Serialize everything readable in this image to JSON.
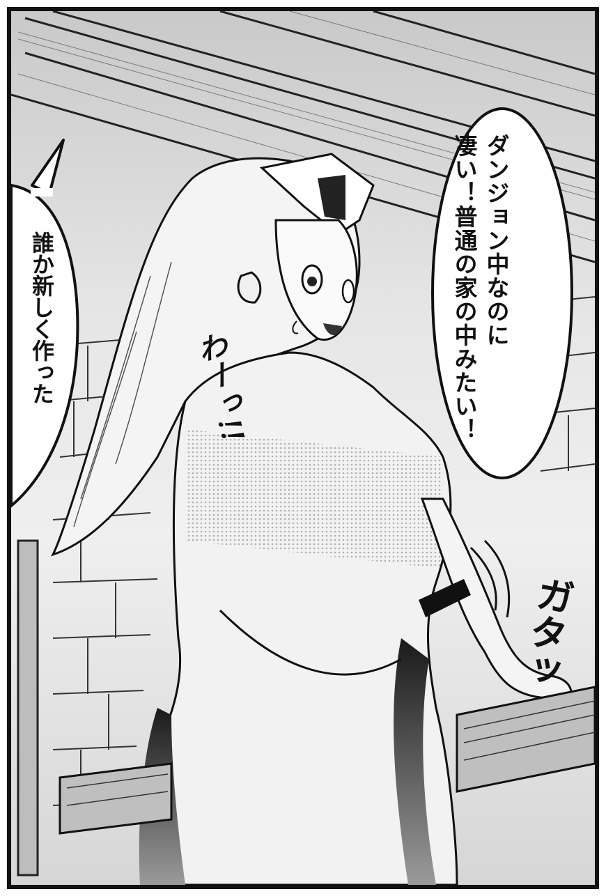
{
  "bubble_right": {
    "line1": "ダンジョン中なのに",
    "line2": "凄い！普通の家の中みたい！"
  },
  "bubble_left": {
    "line1": "誰か新しく作った"
  },
  "sfx": {
    "wa": "わーっ!!",
    "gata": "ガタッ"
  }
}
